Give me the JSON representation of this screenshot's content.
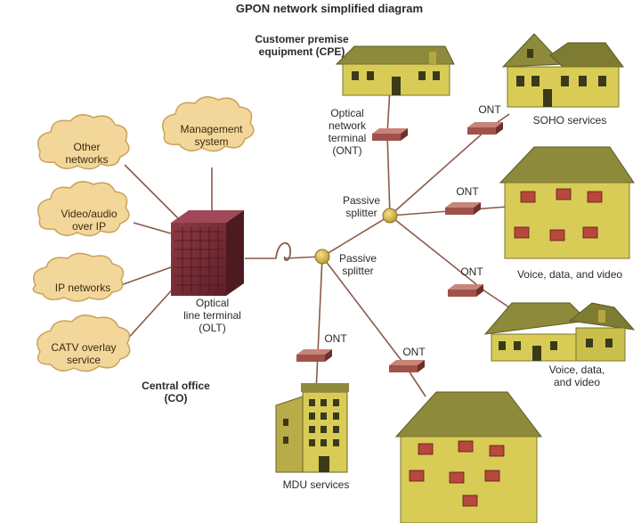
{
  "title": "GPON network simplified diagram",
  "labels": {
    "cpe": "Customer premise\nequipment (CPE)",
    "ont_cpe": "Optical\nnetwork\nterminal\n(ONT)",
    "passive_splitter_1": "Passive\nsplitter",
    "passive_splitter_2": "Passive\nsplitter",
    "olt": "Optical\nline terminal\n(OLT)",
    "central_office": "Central office\n(CO)",
    "ont_soho": "ONT",
    "ont_vdv1": "ONT",
    "ont_vdv2": "ONT",
    "ont_mdu": "ONT",
    "ont_house4": "ONT",
    "soho": "SOHO services",
    "vdv1": "Voice, data, and video",
    "vdv2": "Voice, data,\nand video",
    "mdu": "MDU services"
  },
  "clouds": {
    "management": "Management\nsystem",
    "other": "Other\nnetworks",
    "video": "Video/audio\nover IP",
    "ip": "IP networks",
    "catv": "CATV overlay\nservice"
  },
  "colors": {
    "line": "#8b5a4a",
    "cloud_fill": "#f3d79a",
    "cloud_stroke": "#c9a35a",
    "house_wall": "#d8cc57",
    "house_roof": "#8d8a3c",
    "ont_box": "#a0524a",
    "olt_box": "#7a3038",
    "splitter": "#d8b840"
  }
}
